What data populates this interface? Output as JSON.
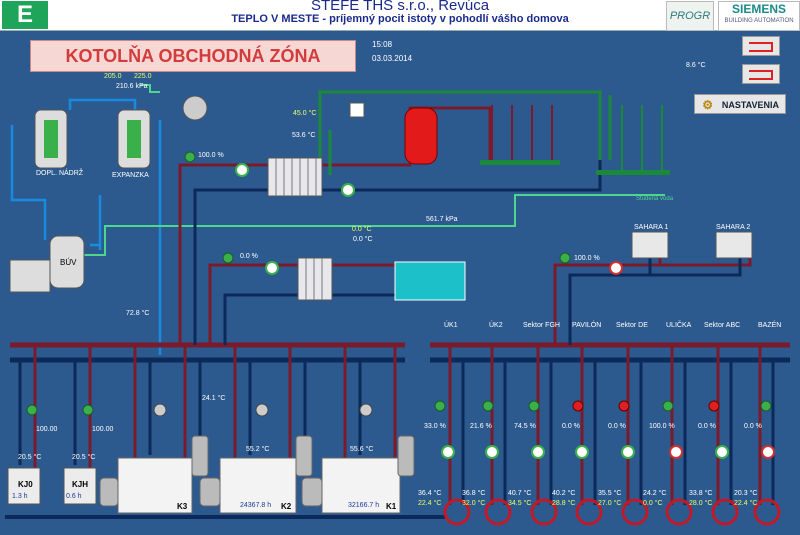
{
  "header": {
    "logo_letter": "E",
    "company": "STEFE THS s.r.o., Revúca",
    "slogan": "TEPLO V MESTE - príjemný pocit istoty v pohodlí vášho domova",
    "progr_logo": "PROGR",
    "siemens": "SIEMENS",
    "siemens_sub": "BUILDING AUTOMATION"
  },
  "title": "KOTOLŇA OBCHODNÁ ZÓNA",
  "time": "15:08",
  "date": "03.03.2014",
  "outside_temp": "8.6 °C",
  "settings_button": "NASTAVENIA",
  "tanks": {
    "dopl": "DOPL. NÁDRŽ",
    "expanzka": "EXPANZKA",
    "buv": "BÚV"
  },
  "pressures": {
    "p1": "205.0",
    "p2": "225.0",
    "p3": "210.6 kPa",
    "main": "561.7 kPa"
  },
  "temps": {
    "t_45": "45.0 °C",
    "t_53": "53.6 °C",
    "valve_100": "100.0 %",
    "uv1": "0.0 °C",
    "uv2": "0.0 °C",
    "valve_pool": "0.0 %",
    "return": "72.8 °C",
    "k_mid": "24.1 °C",
    "k2_top": "55.2 °C",
    "k1_top": "55.6 °C",
    "valve_sahara": "100.0 %",
    "studena": "Studená voda"
  },
  "sahara": [
    "SAHARA 1",
    "SAHARA 2"
  ],
  "circuits": [
    {
      "name": "ÚK1",
      "valve": "33.0 %",
      "t1": "36.4 °C",
      "t2": "22.4 °C"
    },
    {
      "name": "ÚK2",
      "valve": "21.6 %",
      "t1": "36.8 °C",
      "t2": "32.0 °C"
    },
    {
      "name": "Sektor FGH",
      "valve": "74.5 %",
      "t1": "40.7 °C",
      "t2": "34.5 °C"
    },
    {
      "name": "PAVILÓN",
      "valve": "0.0 %",
      "t1": "40.2 °C",
      "t2": "28.8 °C"
    },
    {
      "name": "Sektor DE",
      "valve": "0.0 %",
      "t1": "35.5 °C",
      "t2": "27.0 °C"
    },
    {
      "name": "ULIČKA",
      "valve": "100.0 %",
      "t1": "24.2 °C",
      "t2": "0.0 °C"
    },
    {
      "name": "Sektor ABC",
      "valve": "0.0 %",
      "t1": "33.8 °C",
      "t2": "28.0 °C"
    },
    {
      "name": "BAZÉN",
      "valve": "0.0 %",
      "t1": "20.3 °C",
      "t2": "22.4 °C"
    }
  ],
  "small_boilers": [
    {
      "label": "KJ0",
      "hours": "1.3 h",
      "temp": "20.5 °C",
      "valve": "100.00"
    },
    {
      "label": "KJH",
      "hours": "0.6 h",
      "temp": "20.5 °C",
      "valve": "100.00"
    }
  ],
  "boilers": [
    {
      "label": "K3",
      "hours": ""
    },
    {
      "label": "K2",
      "hours": "24367.8 h"
    },
    {
      "label": "K1",
      "hours": "32166.7 h"
    }
  ]
}
